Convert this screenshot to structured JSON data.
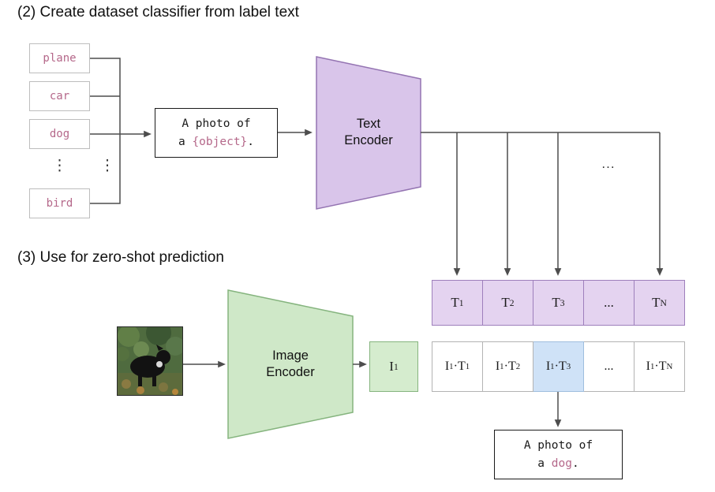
{
  "colors": {
    "label_pink": "#b5688a",
    "purple_fill": "#d9c5ea",
    "purple_border": "#9474b2",
    "t_cell_fill": "#e4d3f0",
    "t_cell_border": "#9e7fbc",
    "green_fill": "#cfe8c8",
    "green_border": "#85b47e",
    "i1_fill": "#d5ecce",
    "highlight_blue": "#cfe2f7",
    "line_gray": "#4d4d4d"
  },
  "titles": {
    "step2": "(2) Create dataset classifier from label text",
    "step3": "(3) Use for zero-shot prediction"
  },
  "label_column": {
    "items": [
      {
        "text": "plane"
      },
      {
        "text": "car"
      },
      {
        "text": "dog"
      },
      {
        "text": "bird"
      }
    ],
    "ellipsis": "⋮"
  },
  "prompt_box": {
    "line1": "A photo of",
    "line2_prefix": "a ",
    "line2_object": "{object}",
    "line2_suffix": "."
  },
  "text_encoder": {
    "label": "Text Encoder"
  },
  "image_encoder": {
    "label": "Image Encoder"
  },
  "flow": {
    "arrow_ellipsis": "..."
  },
  "text_embeddings": {
    "cells": [
      {
        "symbol": "T",
        "subscript": "1"
      },
      {
        "symbol": "T",
        "subscript": "2"
      },
      {
        "symbol": "T",
        "subscript": "3"
      },
      {
        "symbol": "...",
        "subscript": ""
      },
      {
        "symbol": "T",
        "subscript": "N"
      }
    ]
  },
  "image_embedding": {
    "symbol": "I",
    "subscript": "1"
  },
  "similarity_row": {
    "cells": [
      {
        "i": "I",
        "i_sub": "1",
        "dot": "·",
        "t": "T",
        "t_sub": "1"
      },
      {
        "i": "I",
        "i_sub": "1",
        "dot": "·",
        "t": "T",
        "t_sub": "2"
      },
      {
        "i": "I",
        "i_sub": "1",
        "dot": "·",
        "t": "T",
        "t_sub": "3"
      },
      {
        "i": "...",
        "i_sub": "",
        "dot": "",
        "t": "",
        "t_sub": ""
      },
      {
        "i": "I",
        "i_sub": "1",
        "dot": "·",
        "t": "T",
        "t_sub": "N"
      }
    ]
  },
  "result_box": {
    "line1": "A photo of",
    "line2_prefix": "a ",
    "line2_object": "dog",
    "line2_suffix": "."
  },
  "photo": {
    "description": "photo of a black dog among green foliage"
  }
}
